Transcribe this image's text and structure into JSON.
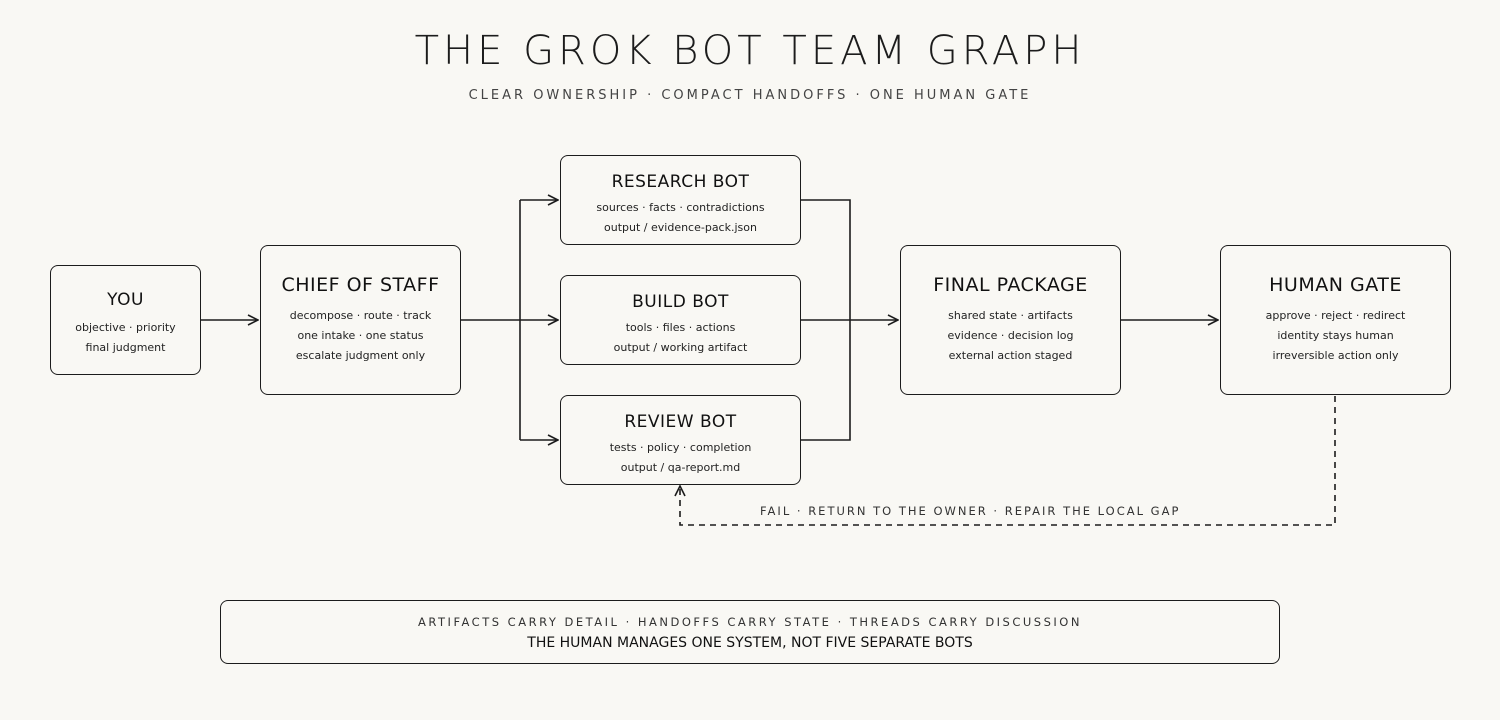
{
  "header": {
    "title": "THE GROK BOT TEAM GRAPH",
    "subtitle": "CLEAR OWNERSHIP · COMPACT HANDOFFS · ONE HUMAN GATE"
  },
  "nodes": {
    "you": {
      "title": "YOU",
      "lines": [
        "objective · priority",
        "final judgment"
      ]
    },
    "chief": {
      "title": "CHIEF OF STAFF",
      "lines": [
        "decompose · route · track",
        "one intake · one status",
        "escalate judgment only"
      ]
    },
    "research": {
      "title": "RESEARCH BOT",
      "lines": [
        "sources · facts · contradictions",
        "output / evidence-pack.json"
      ]
    },
    "build": {
      "title": "BUILD BOT",
      "lines": [
        "tools · files · actions",
        "output / working artifact"
      ]
    },
    "review": {
      "title": "REVIEW BOT",
      "lines": [
        "tests · policy · completion",
        "output / qa-report.md"
      ]
    },
    "final": {
      "title": "FINAL PACKAGE",
      "lines": [
        "shared state · artifacts",
        "evidence · decision log",
        "external action staged"
      ]
    },
    "gate": {
      "title": "HUMAN GATE",
      "lines": [
        "approve · reject · redirect",
        "identity stays human",
        "irreversible action only"
      ]
    }
  },
  "fail_loop": {
    "label": "FAIL · RETURN TO THE OWNER · REPAIR THE LOCAL GAP"
  },
  "footer": {
    "line1": "ARTIFACTS CARRY DETAIL · HANDOFFS CARRY STATE · THREADS CARRY DISCUSSION",
    "line2": "THE HUMAN MANAGES ONE SYSTEM, NOT FIVE SEPARATE BOTS"
  }
}
